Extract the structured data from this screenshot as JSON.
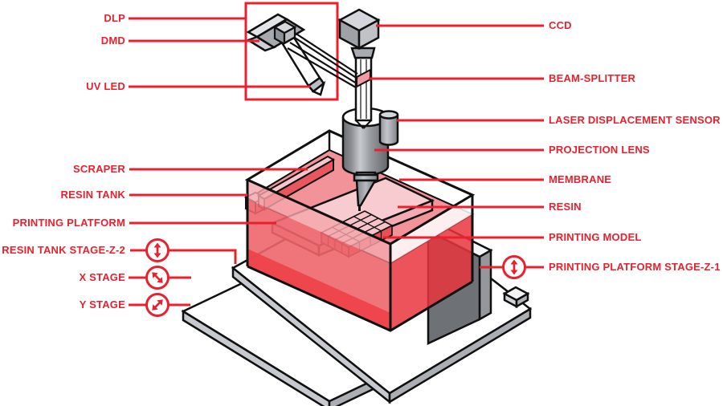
{
  "diagram": {
    "title": "DLP resin 3D printer schematic",
    "style": "isometric cutaway illustration with red callout labels"
  },
  "colors": {
    "accent_red": "#E8212E",
    "resin_bright": "#E9353E",
    "resin_mid": "#ED666B",
    "resin_surface_pink": "#F2939A",
    "platform_pink": "#F8CBD0",
    "machine_gray": "#6E7175",
    "plate_gray": "#C6C9CD"
  },
  "labels": {
    "dlp": "DLP",
    "dmd": "DMD",
    "uv_led": "UV LED",
    "scraper": "SCRAPER",
    "resin_tank": "RESIN TANK",
    "printing_platform": "PRINTING PLATFORM",
    "resin_tank_stage_z2": "RESIN TANK STAGE-Z-2",
    "x_stage": "X STAGE",
    "y_stage": "Y STAGE",
    "ccd": "CCD",
    "beam_splitter": "BEAM-SPLITTER",
    "laser_displacement_sensor": "LASER DISPLACEMENT SENSOR",
    "projection_lens": "PROJECTION LENS",
    "membrane": "MEMBRANE",
    "resin": "RESIN",
    "printing_model": "PRINTING MODEL",
    "printing_platform_stage_z1": "PRINTING PLATFORM STAGE-Z-1"
  },
  "icons": {
    "z_axis_icon": "double-arrow-vertical-icon",
    "x_axis_icon": "double-arrow-diagonal-nw-se-icon",
    "y_axis_icon": "double-arrow-diagonal-ne-sw-icon"
  }
}
